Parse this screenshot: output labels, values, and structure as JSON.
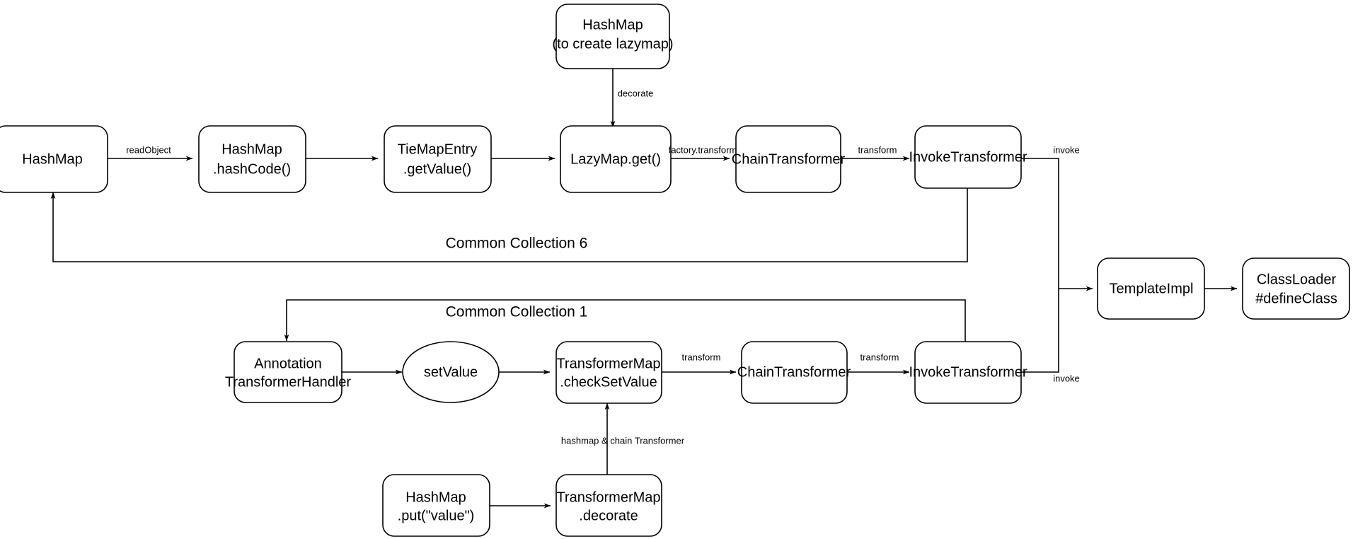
{
  "diagram": {
    "title": "Common Collections deserialization gadget chain",
    "background_color": "#ffffff",
    "stroke_color": "#000000",
    "nodes": [
      {
        "id": "hashmap_lazymap",
        "line1": "HashMap",
        "line2": "(to create lazymap)",
        "shape": "rounded-rect"
      },
      {
        "id": "hashmap",
        "line1": "HashMap",
        "line2": "",
        "shape": "rounded-rect"
      },
      {
        "id": "hashmap_hashcode",
        "line1": "HashMap",
        "line2": ".hashCode()",
        "shape": "rounded-rect"
      },
      {
        "id": "tiemapentry_getvalue",
        "line1": "TieMapEntry",
        "line2": ".getValue()",
        "shape": "rounded-rect"
      },
      {
        "id": "lazymap_get",
        "line1": "LazyMap.get()",
        "line2": "",
        "shape": "rounded-rect"
      },
      {
        "id": "chaintransformer_top",
        "line1": "ChainTransformer",
        "line2": "",
        "shape": "rounded-rect"
      },
      {
        "id": "invoketransformer_top",
        "line1": "InvokeTransformer",
        "line2": "",
        "shape": "rounded-rect"
      },
      {
        "id": "templateimpl",
        "line1": "TemplateImpl",
        "line2": "",
        "shape": "rounded-rect"
      },
      {
        "id": "classloader_defineclass",
        "line1": "ClassLoader",
        "line2": "#defineClass",
        "shape": "rounded-rect"
      },
      {
        "id": "annotation_transformerhandler",
        "line1": "Annotation",
        "line2": "TransformerHandler",
        "shape": "rounded-rect"
      },
      {
        "id": "setvalue",
        "line1": "setValue",
        "line2": "",
        "shape": "ellipse"
      },
      {
        "id": "transformermap_checksetvalue",
        "line1": "TransformerMap",
        "line2": ".checkSetValue",
        "shape": "rounded-rect"
      },
      {
        "id": "chaintransformer_bottom",
        "line1": "ChainTransformer",
        "line2": "",
        "shape": "rounded-rect"
      },
      {
        "id": "invoketransformer_bottom",
        "line1": "InvokeTransformer",
        "line2": "",
        "shape": "rounded-rect"
      },
      {
        "id": "hashmap_put_value",
        "line1": "HashMap",
        "line2": ".put(\"value\")",
        "shape": "rounded-rect"
      },
      {
        "id": "transformermap_decorate",
        "line1": "TransformerMap",
        "line2": ".decorate",
        "shape": "rounded-rect"
      }
    ],
    "edge_labels": [
      {
        "id": "decorate",
        "text": "decorate"
      },
      {
        "id": "read_object",
        "text": "readObject"
      },
      {
        "id": "factory_transform",
        "text": "factory.transform"
      },
      {
        "id": "transform_top",
        "text": "transform"
      },
      {
        "id": "invoke_top",
        "text": "invoke"
      },
      {
        "id": "transform_bottom_1",
        "text": "transform"
      },
      {
        "id": "transform_bottom_2",
        "text": "transform"
      },
      {
        "id": "invoke_bottom",
        "text": "invoke"
      },
      {
        "id": "hashmap_chain_transformer",
        "text": "hashmap & chain Transformer"
      }
    ],
    "group_labels": [
      {
        "id": "common_collection_6",
        "text": "Common Collection 6"
      },
      {
        "id": "common_collection_1",
        "text": "Common Collection 1"
      }
    ]
  }
}
